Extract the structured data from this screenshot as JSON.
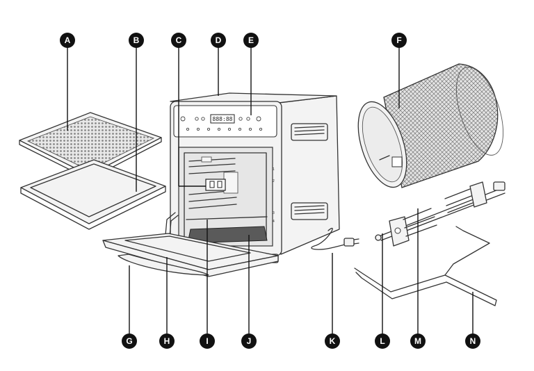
{
  "callouts": [
    "A",
    "B",
    "C",
    "D",
    "E",
    "F",
    "G",
    "H",
    "I",
    "J",
    "K",
    "L",
    "M",
    "N"
  ],
  "display_readout": "888:88"
}
